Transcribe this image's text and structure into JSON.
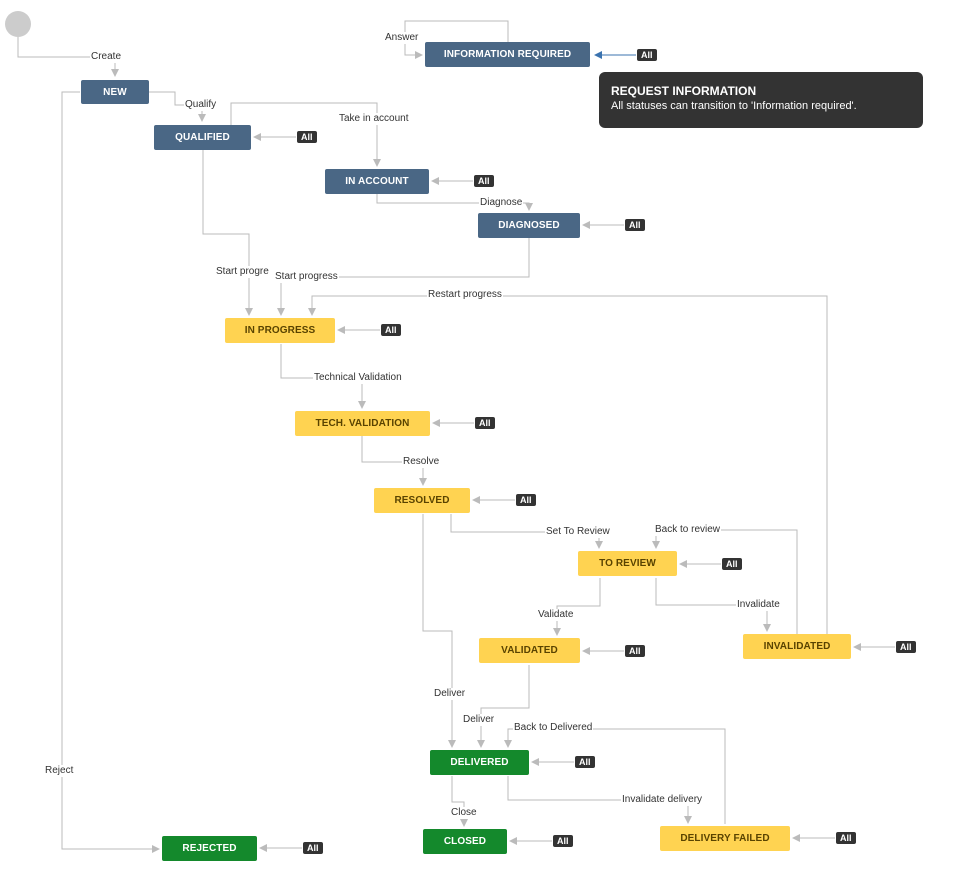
{
  "statuses": {
    "new": "NEW",
    "information_required": "INFORMATION REQUIRED",
    "qualified": "QUALIFIED",
    "in_account": "IN ACCOUNT",
    "diagnosed": "DIAGNOSED",
    "in_progress": "IN PROGRESS",
    "tech_validation": "TECH. VALIDATION",
    "resolved": "RESOLVED",
    "to_review": "TO REVIEW",
    "validated": "VALIDATED",
    "invalidated": "INVALIDATED",
    "delivered": "DELIVERED",
    "closed": "CLOSED",
    "rejected": "REJECTED",
    "delivery_failed": "DELIVERY FAILED"
  },
  "status_colors": {
    "todo": "#4a6785",
    "in_progress": "#ffd351",
    "done": "#14892c"
  },
  "transitions": {
    "create": "Create",
    "answer": "Answer",
    "qualify": "Qualify",
    "take_in_account": "Take in account",
    "diagnose": "Diagnose",
    "start_progress_1": "Start progre",
    "start_progress_2": "Start progress",
    "restart_progress": "Restart progress",
    "technical_validation": "Technical Validation",
    "resolve": "Resolve",
    "set_to_review": "Set To Review",
    "back_to_review": "Back to review",
    "validate": "Validate",
    "invalidate": "Invalidate",
    "deliver_1": "Deliver",
    "deliver_2": "Deliver",
    "back_to_delivered": "Back to Delivered",
    "close": "Close",
    "invalidate_delivery": "Invalidate delivery",
    "reject": "Reject"
  },
  "all_badge": "All",
  "info": {
    "title": "REQUEST INFORMATION",
    "description": "All statuses can transition to 'Information required'."
  }
}
